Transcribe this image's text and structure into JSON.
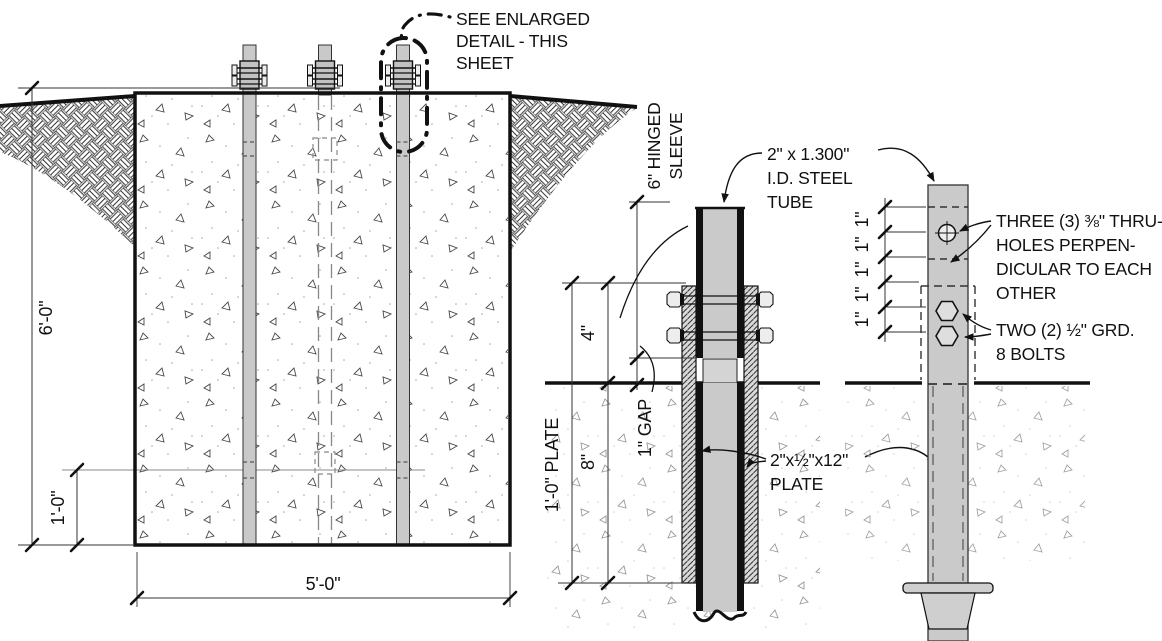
{
  "colors": {
    "steel": "#cacaca",
    "steel_light": "#d6d6d6",
    "line": "#111111",
    "hidden_line": "#777777"
  },
  "callout": {
    "lines": [
      "SEE ENLARGED",
      "DETAIL - THIS",
      "SHEET"
    ]
  },
  "main_view": {
    "depth_dim": "6'-0\"",
    "embed_dim": "1'-0\"",
    "width_dim": "5'-0\""
  },
  "sleeve_detail": {
    "hinged_label": [
      "6\" HINGED",
      "SLEEVE"
    ],
    "tube_label": [
      "2\" x 1.300\"",
      "I.D. STEEL",
      "TUBE"
    ],
    "above_grade_dim": "4\"",
    "gap_label": "1\" GAP",
    "plate_length_dim": "1'-0\" PLATE",
    "below_grade_dim": "8\"",
    "plate_label": [
      "2\"x½\"x12\"",
      "PLATE"
    ]
  },
  "post_detail": {
    "spacing_dim": "1\"",
    "holes_note": [
      "THREE (3) ⅜\" THRU-",
      "HOLES PERPEN-",
      "DICULAR TO EACH",
      "OTHER"
    ],
    "bolts_note": [
      "TWO (2) ½\" GRD.",
      "8 BOLTS"
    ]
  }
}
